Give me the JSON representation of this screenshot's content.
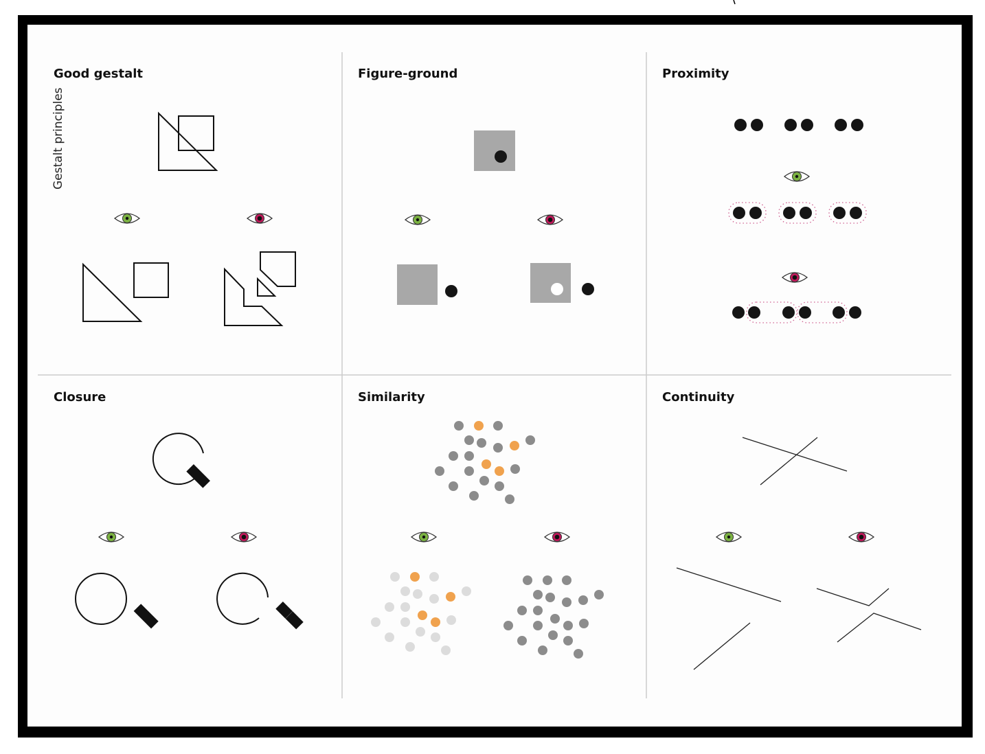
{
  "figure": {
    "side_label": "Gestalt principles",
    "panels": [
      {
        "title": "Good gestalt"
      },
      {
        "title": "Figure-ground"
      },
      {
        "title": "Proximity"
      },
      {
        "title": "Closure"
      },
      {
        "title": "Similarity"
      },
      {
        "title": "Continuity"
      }
    ]
  },
  "colors": {
    "frame": "#000000",
    "background": "#fdfdfd",
    "divider": "#cccccc",
    "eye_good": "#7cb342",
    "eye_bad": "#c2185b",
    "highlight_dot": "#f0a24e",
    "dot_gray": "#8c8c8c",
    "dot_light": "#dcdcdc",
    "square_gray": "#a8a8a8"
  },
  "icons": {
    "good_eye": "green-eye-icon",
    "bad_eye": "red-eye-icon"
  }
}
